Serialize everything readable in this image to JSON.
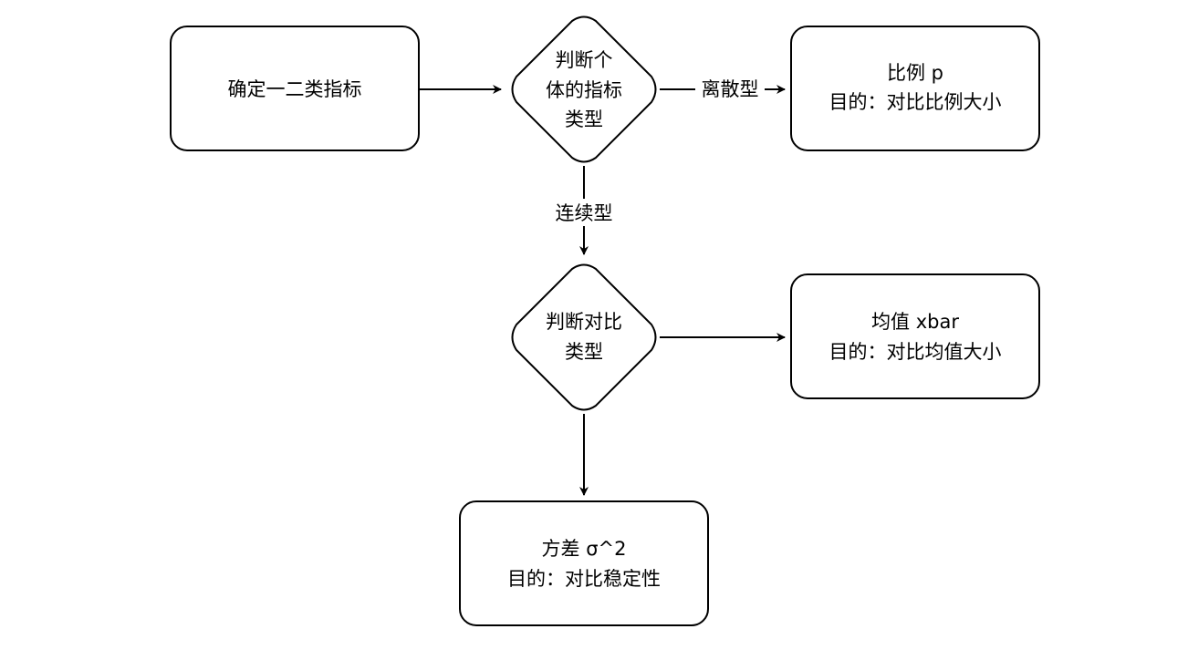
{
  "nodes": {
    "determine_indicator": {
      "text": "确定一二类指标"
    },
    "judge_type": {
      "lines": [
        "判断个",
        "体的指标",
        "类型"
      ]
    },
    "proportion": {
      "lines": [
        "比例 p",
        "目的：对比比例大小"
      ]
    },
    "judge_comparison": {
      "lines": [
        "判断对比",
        "类型"
      ]
    },
    "mean": {
      "lines": [
        "均值 xbar",
        "目的：对比均值大小"
      ]
    },
    "variance": {
      "lines": [
        "方差 σ^2",
        "目的：对比稳定性"
      ]
    }
  },
  "edges": {
    "discrete_label": "离散型",
    "continuous_label": "连续型"
  }
}
